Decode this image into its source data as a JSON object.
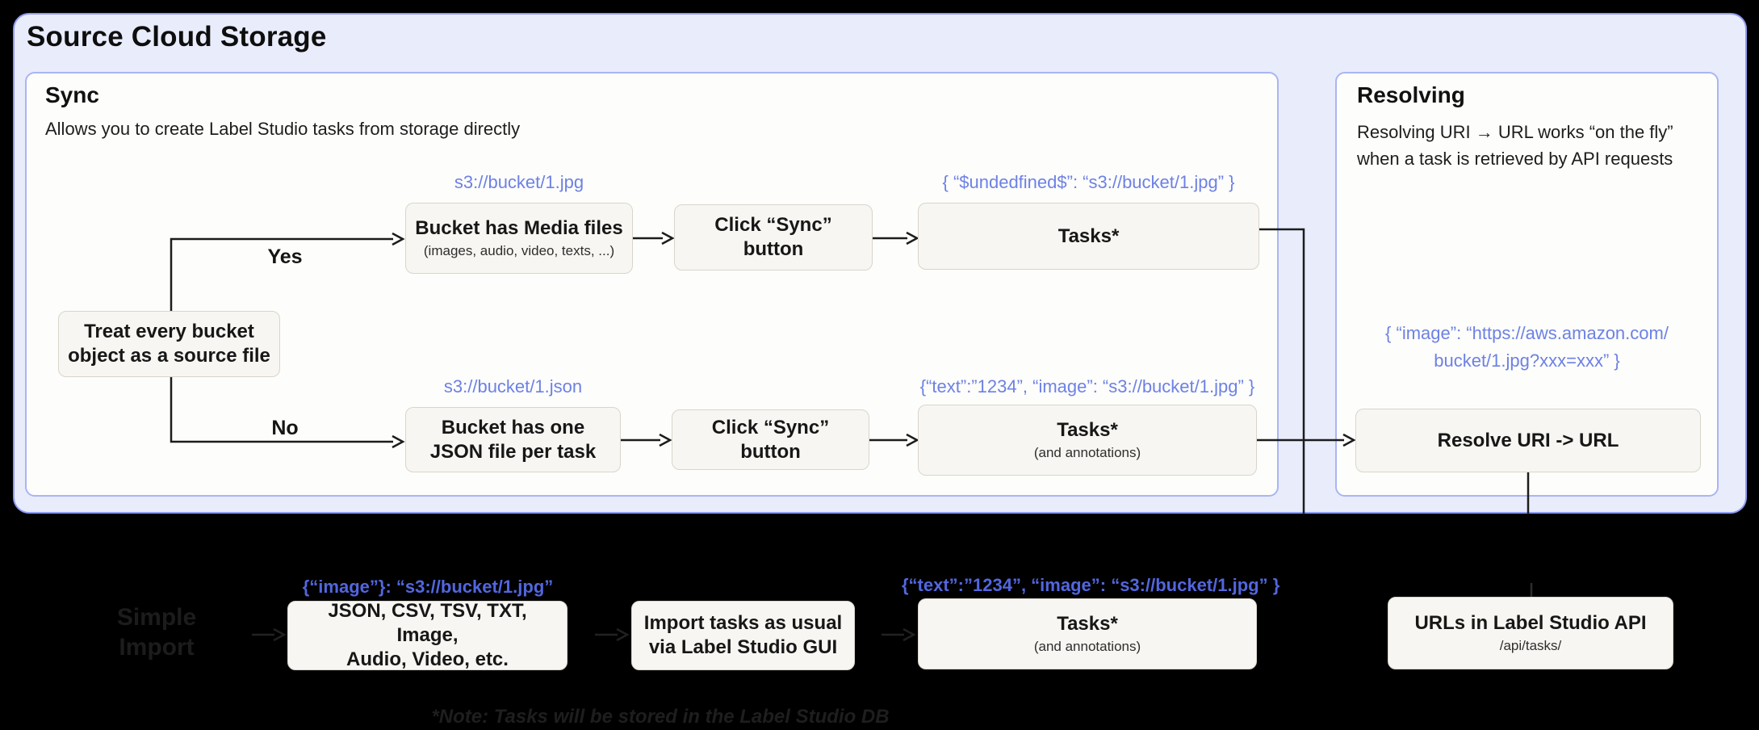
{
  "header": {
    "title": "Source Cloud Storage"
  },
  "sync": {
    "title": "Sync",
    "subtitle": "Allows you to create Label Studio tasks from storage directly",
    "yes_label": "Yes",
    "no_label": "No",
    "decision_box": "Treat every bucket object as a source file",
    "row_yes": {
      "uri": "s3://bucket/1.jpg",
      "box_media": {
        "title": "Bucket has Media files",
        "sub": "(images, audio, video, texts, ...)"
      },
      "box_click": "Click “Sync” button",
      "json": "{ “$undedfined$”: “s3://bucket/1.jpg” }",
      "box_tasks": "Tasks*"
    },
    "row_no": {
      "uri": "s3://bucket/1.json",
      "box_json": "Bucket has one JSON file per task",
      "box_click": "Click “Sync” button",
      "json": "{“text”:”1234”,  “image”: “s3://bucket/1.jpg” }",
      "box_tasks": {
        "title": "Tasks*",
        "sub": "(and annotations)"
      }
    }
  },
  "resolving": {
    "title": "Resolving",
    "desc_line1": "Resolving URI → URL works “on the fly”",
    "desc_line2": "when a task is retrieved by API requests",
    "json_line1": "{ “image”: “https://aws.amazon.com/",
    "json_line2": "bucket/1.jpg?xxx=xxx” }",
    "box_resolve": "Resolve URI -> URL"
  },
  "bottom": {
    "simple_import_line1": "Simple",
    "simple_import_line2": "Import",
    "json_files_box": {
      "json": "{“image”}: “s3://bucket/1.jpg”",
      "title_line1": "JSON, CSV, TSV, TXT, Image,",
      "title_line2": "Audio, Video, etc."
    },
    "import_gui_box": {
      "title_line1": "Import tasks as usual",
      "title_line2": "via Label Studio GUI"
    },
    "tasks_box": {
      "json": "{“text”:”1234”,  “image”: “s3://bucket/1.jpg” }",
      "title": "Tasks*",
      "sub": "(and annotations)"
    },
    "api_box": {
      "title": "URLs in Label Studio API",
      "sub": "/api/tasks/"
    },
    "note": "*Note: Tasks will be stored in the Label Studio DB"
  },
  "colors": {
    "background": "#000000",
    "panel_bg": "#e9ecfb",
    "panel_border": "#8d9cf0",
    "inner_panel_bg": "#fdfdfb",
    "node_bg": "#f7f6f2",
    "node_border": "#d9d5cc",
    "accent_blue_light": "#6d81e5",
    "accent_blue_dark": "#5266de",
    "line_ink": "#1c1c1c"
  }
}
